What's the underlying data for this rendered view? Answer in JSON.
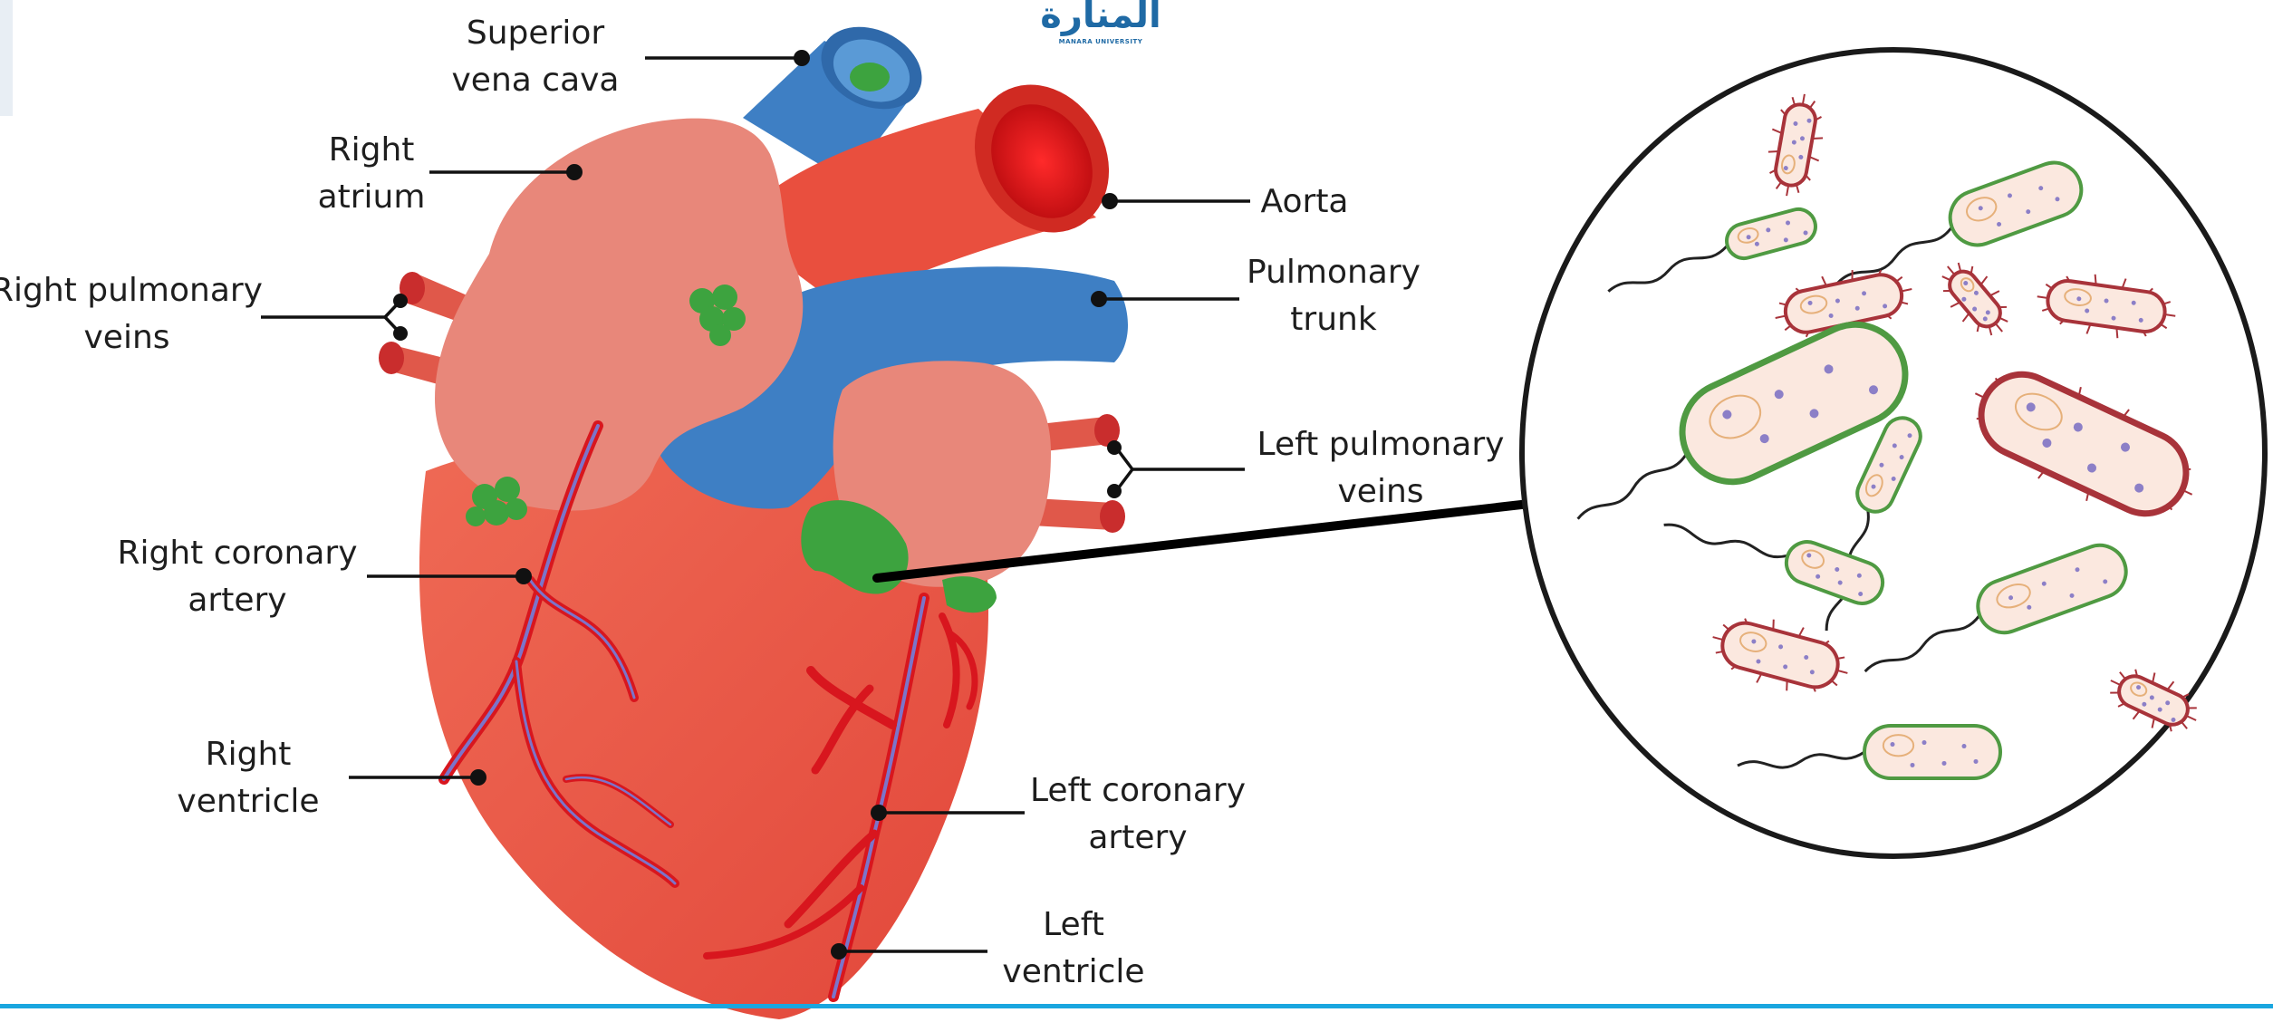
{
  "logo": {
    "arabic": "المنارة",
    "english": "MANARA UNIVERSITY"
  },
  "labels": {
    "superior_vena_cava": [
      "Superior",
      "vena cava"
    ],
    "right_atrium": [
      "Right",
      "atrium"
    ],
    "aorta": [
      "Aorta"
    ],
    "right_pulmonary_veins": [
      "Right pulmonary",
      "veins"
    ],
    "pulmonary_trunk": [
      "Pulmonary",
      "trunk"
    ],
    "left_pulmonary_veins": [
      "Left pulmonary",
      "veins"
    ],
    "right_coronary_artery": [
      "Right coronary",
      "artery"
    ],
    "right_ventricle": [
      "Right",
      "ventricle"
    ],
    "left_coronary_artery": [
      "Left coronary",
      "artery"
    ],
    "left_ventricle": [
      "Left",
      "ventricle"
    ]
  },
  "colors": {
    "heart_red": "#ec5a46",
    "atrium_pink": "#e8877a",
    "vessel_blue": "#3e7fc4",
    "artery_red": "#d8161e",
    "vegetation_green": "#3da33f",
    "bacteria_green": "#4f9a42",
    "bacteria_red": "#a8333a",
    "bottom_rule": "#1aa6df"
  }
}
